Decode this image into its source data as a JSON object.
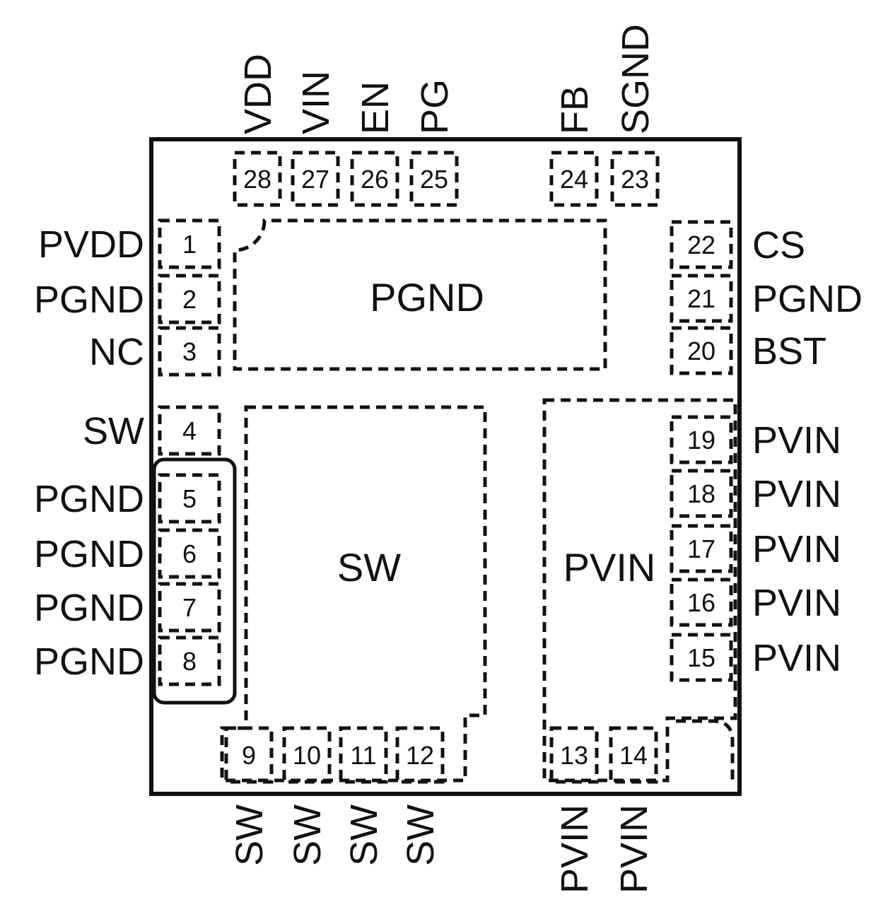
{
  "pads": {
    "pgnd": "PGND",
    "sw": "SW",
    "pvin": "PVIN"
  },
  "pins": {
    "p1": {
      "num": "1",
      "label": "PVDD"
    },
    "p2": {
      "num": "2",
      "label": "PGND"
    },
    "p3": {
      "num": "3",
      "label": "NC"
    },
    "p4": {
      "num": "4",
      "label": "SW"
    },
    "p5": {
      "num": "5",
      "label": "PGND"
    },
    "p6": {
      "num": "6",
      "label": "PGND"
    },
    "p7": {
      "num": "7",
      "label": "PGND"
    },
    "p8": {
      "num": "8",
      "label": "PGND"
    },
    "p9": {
      "num": "9",
      "label": "SW"
    },
    "p10": {
      "num": "10",
      "label": "SW"
    },
    "p11": {
      "num": "11",
      "label": "SW"
    },
    "p12": {
      "num": "12",
      "label": "SW"
    },
    "p13": {
      "num": "13",
      "label": "PVIN"
    },
    "p14": {
      "num": "14",
      "label": "PVIN"
    },
    "p15": {
      "num": "15",
      "label": "PVIN"
    },
    "p16": {
      "num": "16",
      "label": "PVIN"
    },
    "p17": {
      "num": "17",
      "label": "PVIN"
    },
    "p18": {
      "num": "18",
      "label": "PVIN"
    },
    "p19": {
      "num": "19",
      "label": "PVIN"
    },
    "p20": {
      "num": "20",
      "label": "BST"
    },
    "p21": {
      "num": "21",
      "label": "PGND"
    },
    "p22": {
      "num": "22",
      "label": "CS"
    },
    "p23": {
      "num": "23",
      "label": "SGND"
    },
    "p24": {
      "num": "24",
      "label": "FB"
    },
    "p25": {
      "num": "25",
      "label": "PG"
    },
    "p26": {
      "num": "26",
      "label": "EN"
    },
    "p27": {
      "num": "27",
      "label": "VIN"
    },
    "p28": {
      "num": "28",
      "label": "VDD"
    }
  }
}
